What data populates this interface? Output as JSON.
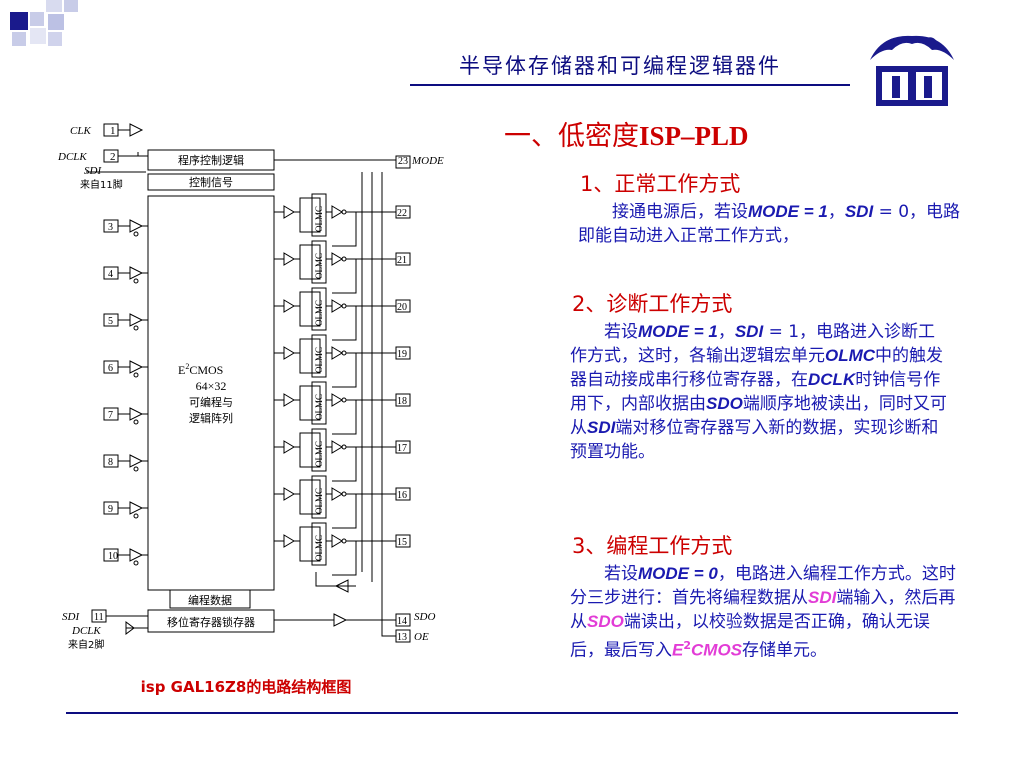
{
  "header": {
    "title": "半导体存储器和可编程逻辑器件"
  },
  "section": {
    "title_prefix": "一、低密度",
    "title_suffix": "ISP–PLD"
  },
  "modes": [
    {
      "heading": "1、正常工作方式",
      "text": "接通电源后，若设MODE = 1，SDI = 0，电路即能自动进入正常工作方式，",
      "parts": {
        "a": "接通电源后，若设",
        "mode": "MODE = 1",
        "b": "，",
        "sdi": "SDI",
        "c": "= 0，电路即能自动进入正常工作方式，"
      }
    },
    {
      "heading": "2、诊断工作方式",
      "parts": {
        "a": "若设",
        "mode": "MODE = 1",
        "b": "，",
        "sdi": "SDI",
        "c": " = 1，电路进入诊断工作方式，这时，各输出逻辑宏单元",
        "olmc": "OLMC",
        "d": "中的触发器自动接成串行移位寄存器，在",
        "dclk": "DCLK",
        "e": "时钟信号作用下，内部收据由",
        "sdo": "SDO",
        "f": "端顺序地被读出，同时又可从",
        "sdi2": "SDI",
        "g": "端对移位寄存器写入新的数据，实现诊断和预置功能。"
      }
    },
    {
      "heading": "3、编程工作方式",
      "parts": {
        "a": "若设",
        "mode": "MODE = 0",
        "b": "，电路进入编程工作方式。这时分三步进行：首先将编程数据从",
        "sdi": "SDI",
        "c": "端输入，然后再从",
        "sdo": "SDO",
        "d": "端读出，以校验数据是否正确，确认无误后，最后写入",
        "e2": "E",
        "sup": "2",
        "cmos": "CMOS",
        "f": "存储单元。"
      }
    }
  ],
  "diagram": {
    "clk": "CLK",
    "dclk": "DCLK",
    "sdi": "SDI",
    "from11": "来自11脚",
    "from2": "来自2脚",
    "prog_ctrl": "程序控制逻辑",
    "ctrl_sig": "控制信号",
    "mode": "MODE",
    "prog_data": "编程数据",
    "shift_reg": "移位寄存器锁存器",
    "sdo": "SDO",
    "oe": "OE",
    "array_l1": "E",
    "array_sup": "2",
    "array_l1b": "CMOS",
    "array_l2": "64×32",
    "array_l3": "可编程与",
    "array_l4": "逻辑阵列",
    "olmc": "OLMC",
    "left_pins": [
      "1",
      "2",
      "3",
      "4",
      "5",
      "6",
      "7",
      "8",
      "9",
      "10",
      "11"
    ],
    "right_pins": [
      "23",
      "22",
      "21",
      "20",
      "19",
      "18",
      "17",
      "16",
      "15",
      "14",
      "13"
    ]
  },
  "caption": "isp GAL16Z8的电路结构框图",
  "colors": {
    "title_red": "#cc0000",
    "text_blue": "#1a1ab0",
    "header_navy": "#0d0d80",
    "accent_magenta": "#e23cd6"
  }
}
